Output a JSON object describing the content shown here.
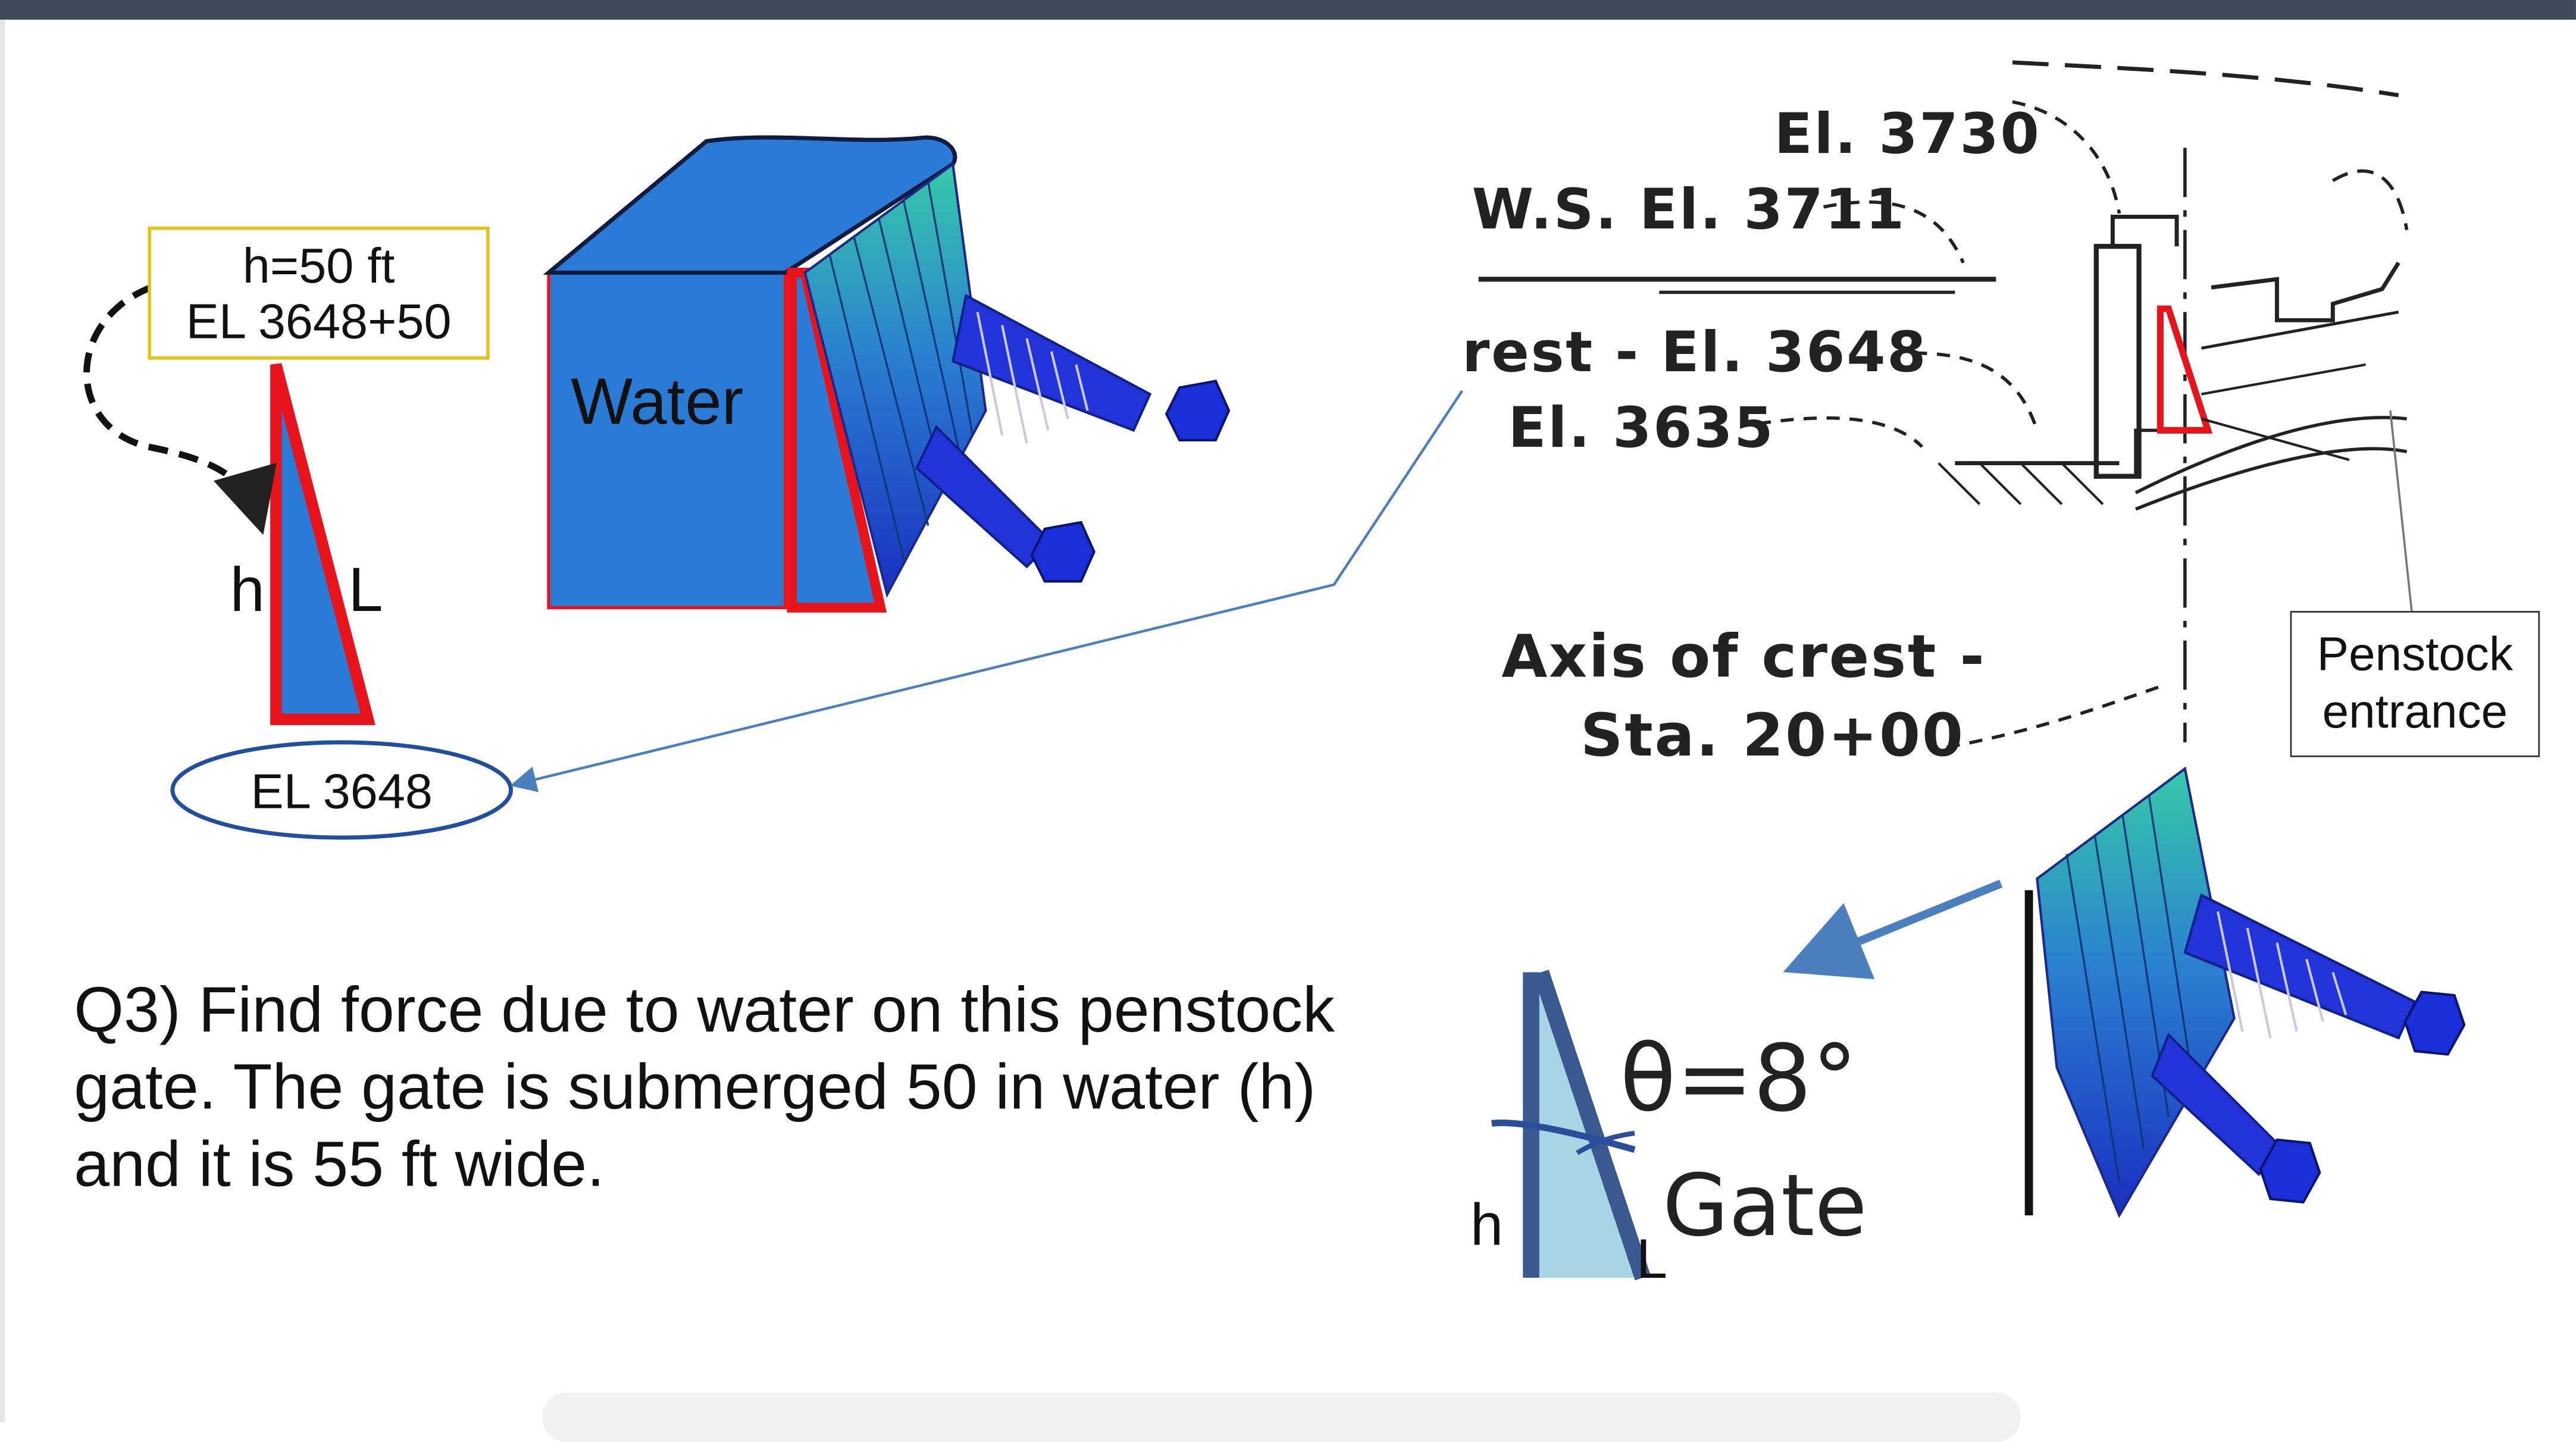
{
  "left_diagram": {
    "height_label_line1": "h=50 ft",
    "height_label_line2": "EL 3648+50",
    "h_label": "h",
    "l_label": "L",
    "base_label": "EL 3648",
    "water_label": "Water"
  },
  "drawing_labels": {
    "el_3730": "El. 3730",
    "ws_el_3711": "W.S. El. 3711",
    "crest_el_3648": "rest - El. 3648",
    "el_3635": "El. 3635",
    "axis_line1": "Axis of crest -",
    "axis_line2": "Sta. 20+00"
  },
  "penstock_label": {
    "line1": "Penstock",
    "line2": "entrance"
  },
  "gate_detail": {
    "theta": "θ=8°",
    "gate_label": "Gate",
    "h_label": "h",
    "l_label": "L"
  },
  "question": {
    "text": "Q3) Find force due to water on this penstock gate. The gate is submerged 50 in water (h) and it is 55 ft wide."
  },
  "colors": {
    "water_blue": "#2a7bd6",
    "triangle_outline": "#e8141c",
    "label_box_border": "#e3c21a",
    "ellipse_border": "#1f4f9e",
    "arrow_blue": "#4a7fc0",
    "topbar": "#3c4a5a"
  }
}
